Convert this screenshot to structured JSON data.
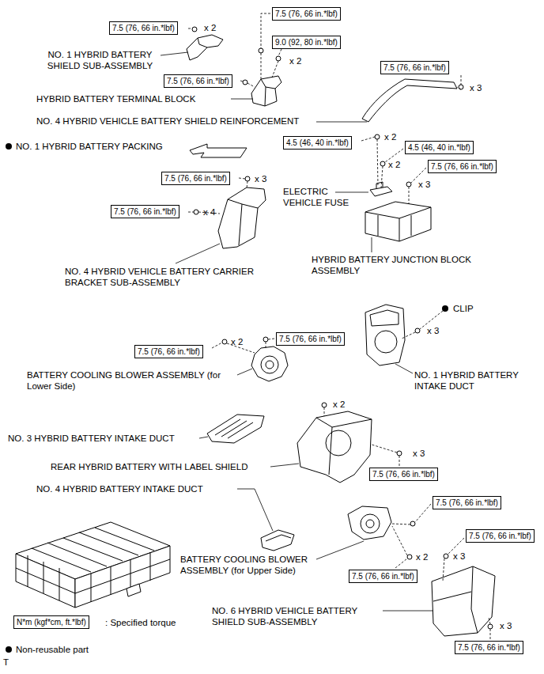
{
  "diagram": {
    "nodes": [
      {
        "text": [
          "7.5 (76, 66 in.*lbf)"
        ]
      },
      {
        "text": [
          "7.5 (76, 66 in.*lbf)"
        ]
      },
      {
        "text": [
          "9.0 (92, 80 in.*lbf)"
        ]
      },
      {
        "text": [
          "7.5 (76, 66 in.*lbf)"
        ]
      },
      {
        "text": [
          "7.5 (76, 66 in.*lbf)"
        ]
      },
      {
        "text": [
          "4.5 (46, 40 in.*lbf)"
        ]
      },
      {
        "text": [
          "4.5 (46, 40 in.*lbf)"
        ]
      },
      {
        "text": [
          "7.5 (76, 66 in.*lbf)"
        ]
      },
      {
        "text": [
          "7.5 (76, 66 in.*lbf)"
        ]
      },
      {
        "text": [
          "7.5 (76, 66 in.*lbf)"
        ]
      },
      {
        "text": [
          "7.5 (76, 66 in.*lbf)"
        ]
      },
      {
        "text": [
          "7.5 (76, 66 in.*lbf)"
        ]
      },
      {
        "text": [
          "7.5 (76, 66 in.*lbf)"
        ]
      },
      {
        "text": [
          "7.5 (76, 66 in.*lbf)"
        ]
      },
      {
        "text": [
          "7.5 (76, 66 in.*lbf)"
        ]
      },
      {
        "text": [
          "7.5 (76, 66 in.*lbf)"
        ]
      },
      {
        "text": [
          "7.5 (76, 66 in.*lbf)"
        ]
      },
      {
        "text": [
          "N*m (kgf*cm, ft.*lbf)"
        ]
      }
    ],
    "labels": [
      "x 2",
      "NO. 1 HYBRID BATTERY SHIELD SUB-ASSEMBLY",
      "x 2",
      "x 3",
      "HYBRID BATTERY TERMINAL BLOCK",
      "NO. 4 HYBRID VEHICLE BATTERY SHIELD REINFORCEMENT",
      "x 2",
      "NO. 1 HYBRID BATTERY PACKING",
      "x 2",
      "x 3",
      "x 3",
      "ELECTRIC VEHICLE FUSE",
      "x 4",
      "HYBRID BATTERY JUNCTION BLOCK ASSEMBLY",
      "NO. 4 HYBRID VEHICLE BATTERY CARRIER BRACKET SUB-ASSEMBLY",
      "CLIP",
      "x 3",
      "x 2",
      "BATTERY COOLING BLOWER ASSEMBLY (for Lower Side)",
      "NO. 1 HYBRID BATTERY INTAKE DUCT",
      "x 2",
      "NO. 3 HYBRID BATTERY INTAKE DUCT",
      "x 3",
      "REAR HYBRID BATTERY WITH LABEL SHIELD",
      "NO. 4 HYBRID BATTERY INTAKE DUCT",
      "x 3",
      "BATTERY COOLING BLOWER ASSEMBLY (for Upper Side)",
      "x 2",
      "NO. 6 HYBRID VEHICLE BATTERY SHIELD SUB-ASSEMBLY",
      "x 3",
      "T"
    ],
    "legend": [
      {
        "text": ": Specified torque"
      },
      {
        "text": "Non-reusable part"
      }
    ]
  }
}
